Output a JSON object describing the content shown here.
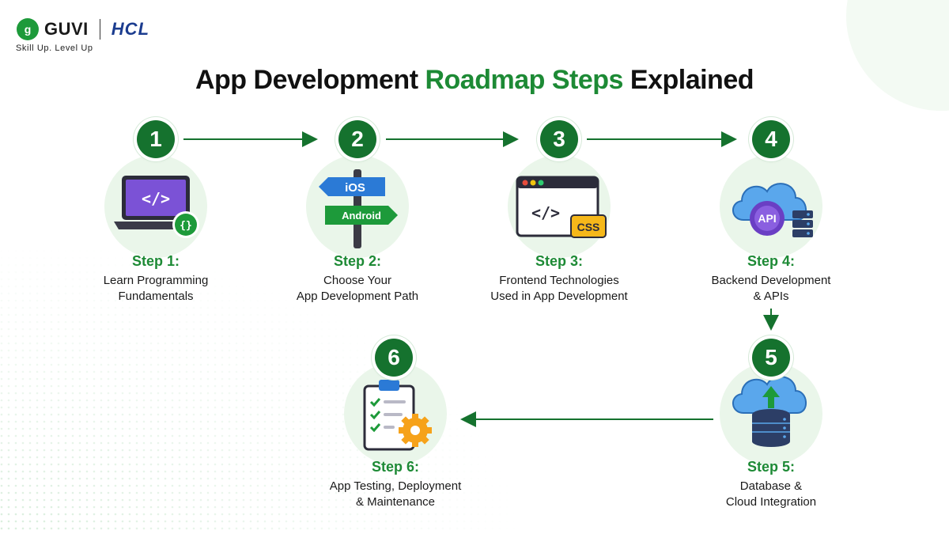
{
  "brand": {
    "guvi": "GUVI",
    "hcl": "HCL",
    "tagline": "Skill Up. Level Up"
  },
  "title": {
    "part1": "App Development",
    "part2": "Roadmap Steps",
    "part3": "Explained"
  },
  "steps": [
    {
      "number": "1",
      "head": "Step 1:",
      "line1": "Learn Programming",
      "line2": "Fundamentals",
      "icon": "laptop-code-icon"
    },
    {
      "number": "2",
      "head": "Step 2:",
      "line1": "Choose Your",
      "line2": "App Development Path",
      "icon": "signpost-icon",
      "signs": [
        "iOS",
        "Android"
      ]
    },
    {
      "number": "3",
      "head": "Step 3:",
      "line1": "Frontend Technologies",
      "line2": "Used in App Development",
      "icon": "browser-code-icon",
      "badge": "CSS"
    },
    {
      "number": "4",
      "head": "Step 4:",
      "line1": "Backend Development",
      "line2": "& APIs",
      "icon": "cloud-api-icon",
      "badge": "API"
    },
    {
      "number": "5",
      "head": "Step 5:",
      "line1": "Database &",
      "line2": "Cloud Integration",
      "icon": "cloud-database-icon"
    },
    {
      "number": "6",
      "head": "Step 6:",
      "line1": "App Testing, Deployment",
      "line2": "& Maintenance",
      "icon": "clipboard-gear-icon"
    }
  ],
  "colors": {
    "primary_green": "#15722e",
    "accent_green": "#1d8a35",
    "icon_bg": "#eaf6ea",
    "purple": "#6a3fc4",
    "blue": "#2b7ad6",
    "hcl_blue": "#1b3c8f"
  }
}
